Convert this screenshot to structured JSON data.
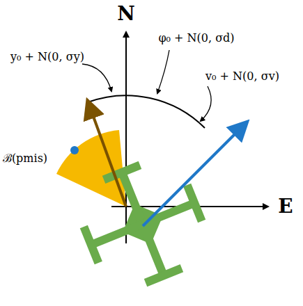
{
  "diagram": {
    "labels": [
      "N",
      "E",
      "y₀ + N(0, σy)",
      "φ₀ + N(0, σd)",
      "v₀ + N(0, σv)",
      "ℬ(pmis)"
    ]
  }
}
